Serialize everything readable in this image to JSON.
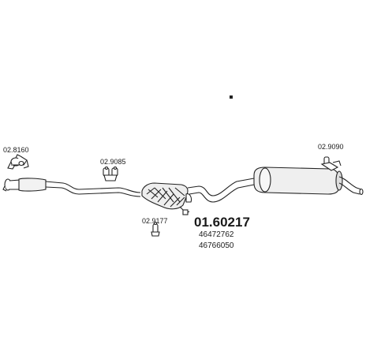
{
  "diagram": {
    "main_part_number": "01.60217",
    "oe_numbers": [
      "46472762",
      "46766050"
    ],
    "parts": {
      "front_clamp": "02.8160",
      "hanger_1": "02.9085",
      "hanger_2": "02.9177",
      "rear_hanger": "02.9090"
    }
  }
}
